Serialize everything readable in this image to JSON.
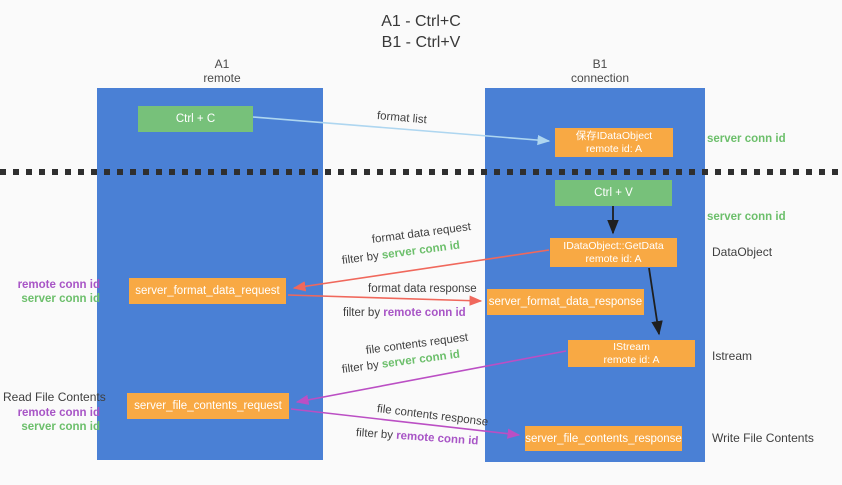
{
  "title": {
    "line1": "A1 - Ctrl+C",
    "line2": "B1 - Ctrl+V"
  },
  "lifelines": {
    "a": {
      "name": "A1",
      "role": "remote"
    },
    "b": {
      "name": "B1",
      "role": "connection"
    }
  },
  "boxes": {
    "ctrl_c": {
      "label": "Ctrl + C"
    },
    "ctrl_v": {
      "label": "Ctrl + V"
    },
    "save_dataobject": {
      "line1": "保存IDataObject",
      "line2": "remote id: A"
    },
    "getdata": {
      "line1": "IDataObject::GetData",
      "line2": "remote id: A"
    },
    "istream": {
      "line1": "IStream",
      "line2": "remote id: A"
    },
    "format_request": {
      "label": "server_format_data_request"
    },
    "format_response": {
      "label": "server_format_data_response"
    },
    "file_request": {
      "label": "server_file_contents_request"
    },
    "file_response": {
      "label": "server_file_contents_response"
    }
  },
  "arrow_labels": {
    "format_list": "format list",
    "format_data_request": "format data request",
    "format_data_request_filter": {
      "prefix": "filter by ",
      "value": "server conn id"
    },
    "format_data_response": "format data response",
    "format_data_response_filter": {
      "prefix": "filter by ",
      "value": "remote conn id"
    },
    "file_contents_request": "file contents request",
    "file_contents_request_filter": {
      "prefix": "filter by ",
      "value": "server conn id"
    },
    "file_contents_response": "file contents response",
    "file_contents_response_filter": {
      "prefix": "filter by ",
      "value": "remote conn id"
    }
  },
  "side_labels": {
    "right_server_conn_id_1": "server conn id",
    "right_server_conn_id_2": "server conn id",
    "dataobject": "DataObject",
    "istream": "Istream",
    "write_file_contents": "Write File Contents",
    "read_file_contents": "Read File Contents",
    "left_remote_conn_id_1": "remote conn id",
    "left_server_conn_id_1": "server conn id",
    "left_remote_conn_id_2": "remote conn id",
    "left_server_conn_id_2": "server conn id"
  },
  "colors": {
    "lifeline_blue": "#4a80d5",
    "action_green": "#77c17a",
    "message_orange": "#f8a944",
    "arrow_light_blue": "#aed6f0",
    "arrow_red": "#f0685c",
    "arrow_magenta": "#bb4fc4",
    "arrow_black": "#1f1f1f",
    "server_conn_green": "#6cbf6b",
    "remote_conn_purple": "#a855c6"
  }
}
